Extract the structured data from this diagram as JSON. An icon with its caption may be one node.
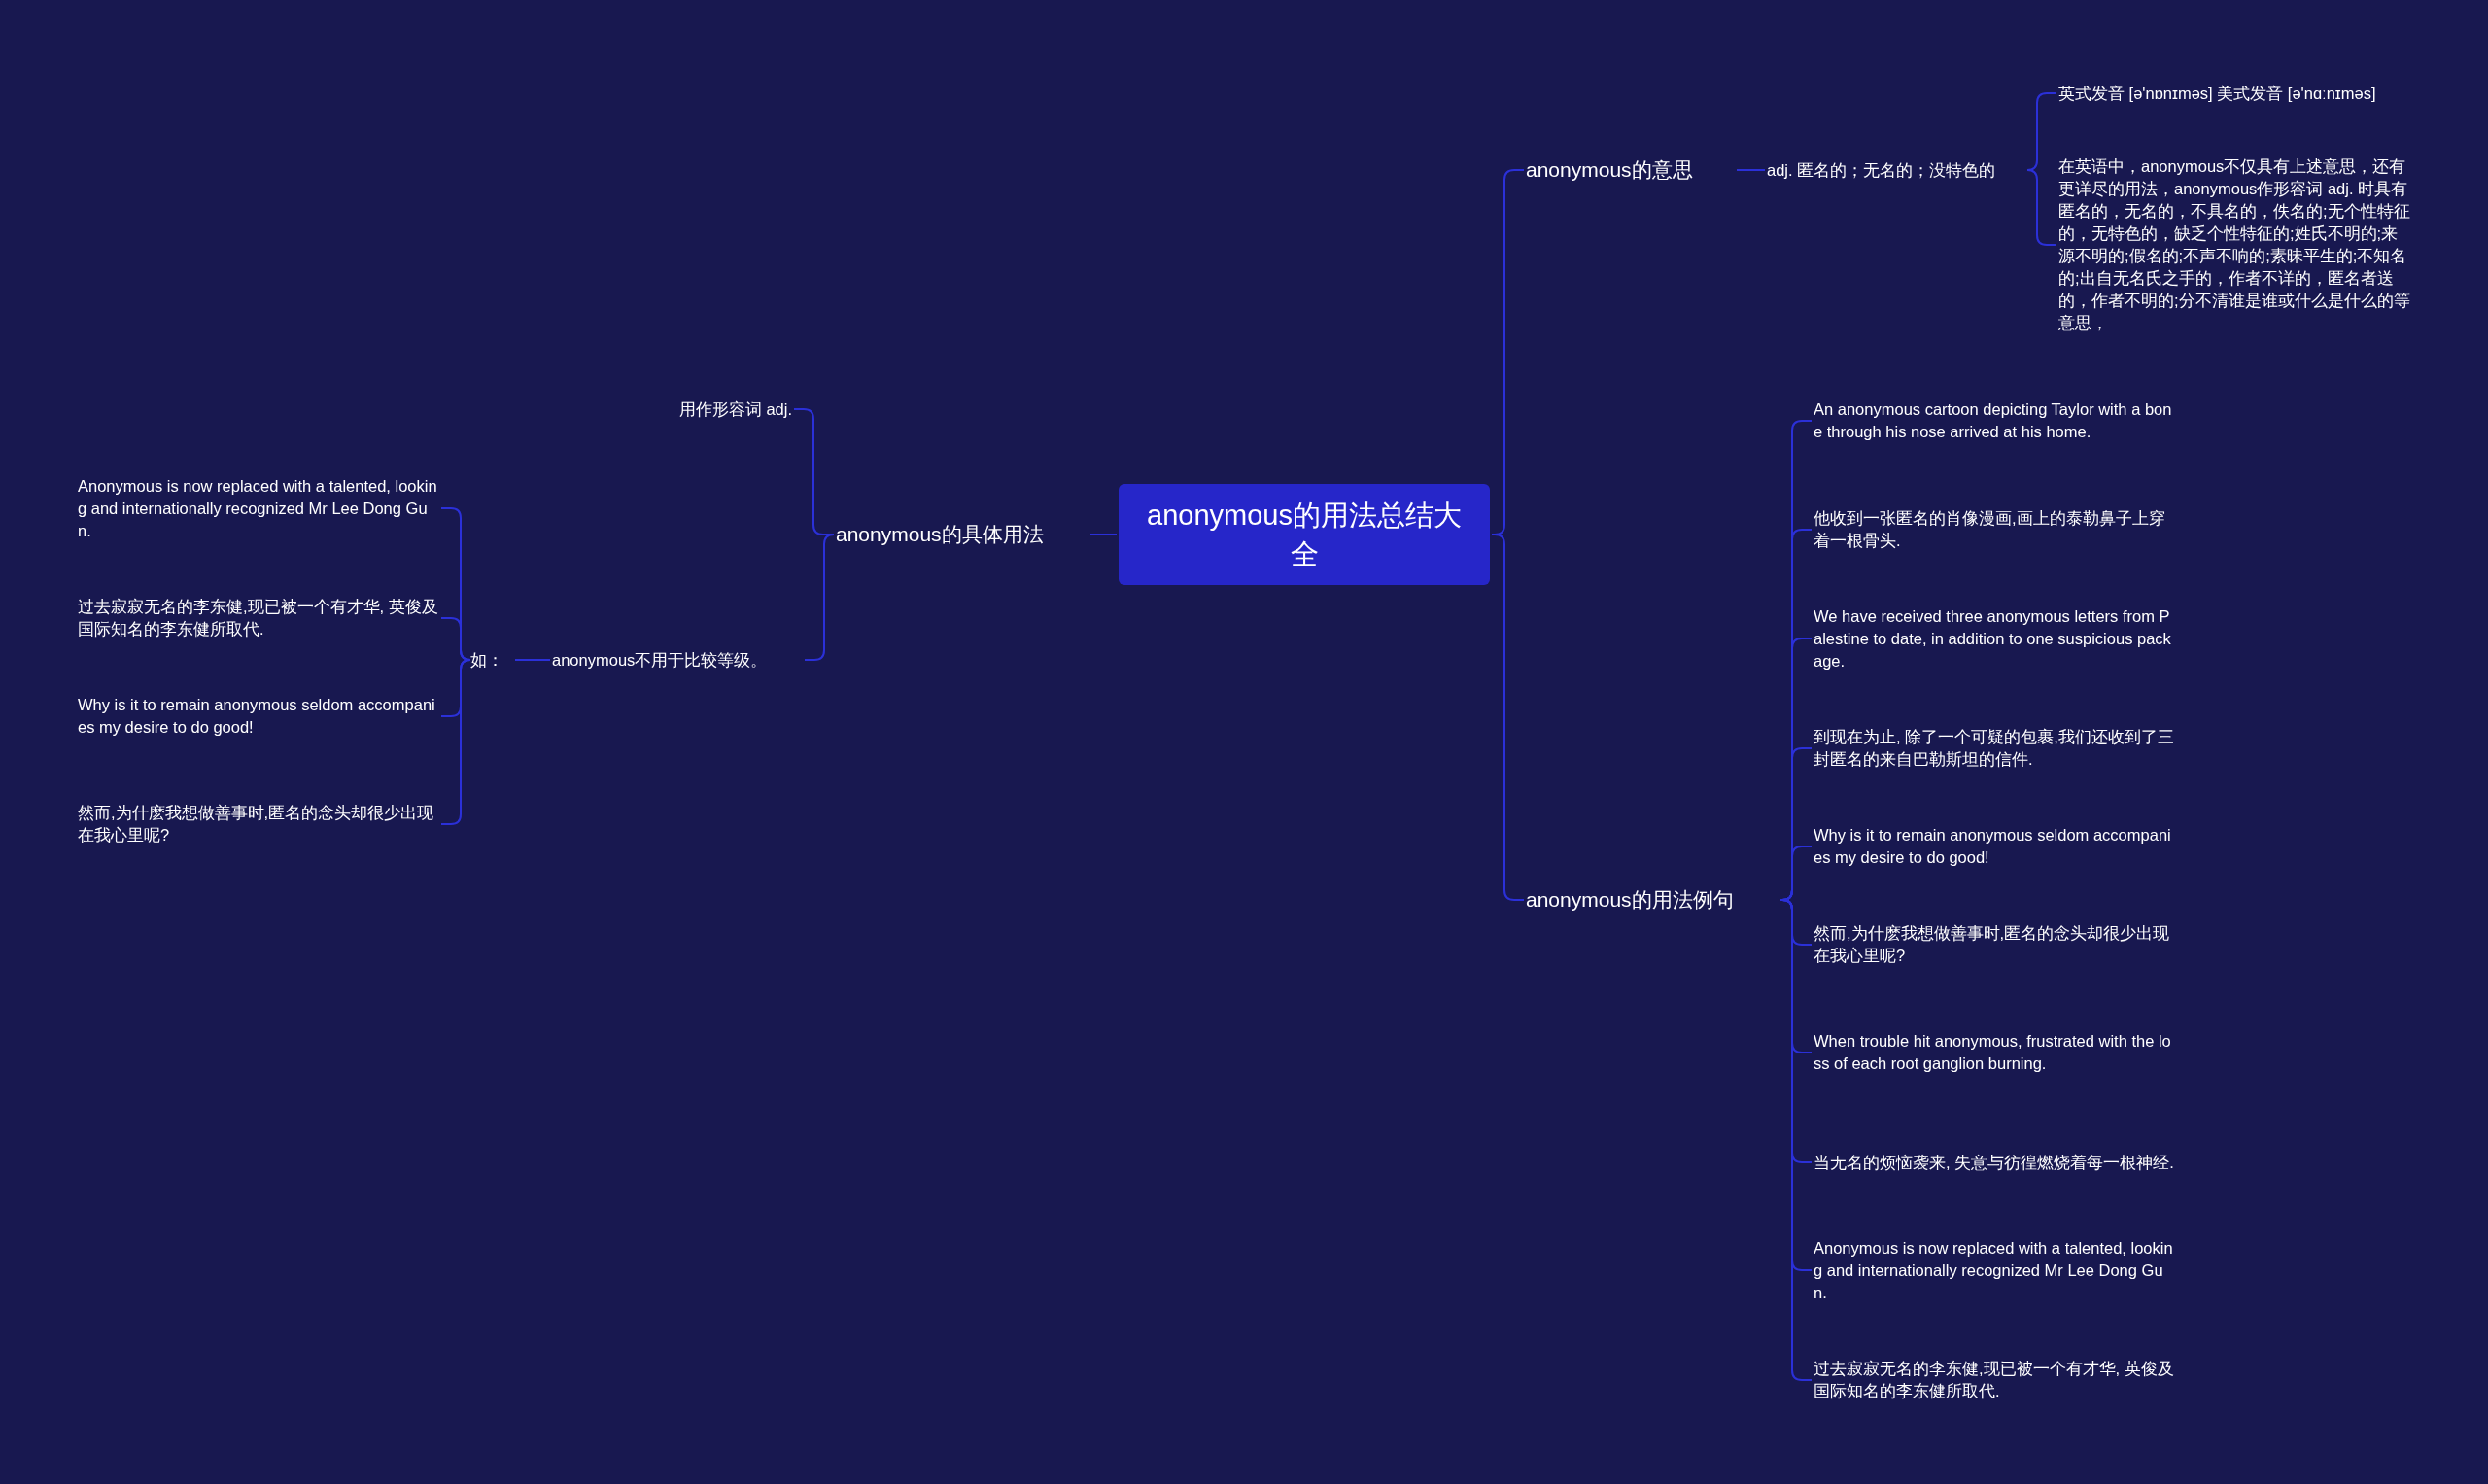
{
  "diagram": {
    "nodes": [
      {
        "text": [
          "anonymous的用法总结大全"
        ]
      },
      {
        "text": [
          "anonymous的意思"
        ]
      },
      {
        "text": [
          "adj. 匿名的；无名的；没特色的"
        ]
      },
      {
        "text": [
          "英式发音 [ə'nɒnɪməs] 美式发音 [ə'nɑːnɪməs]"
        ]
      },
      {
        "text": [
          "在英语中，anonymous不仅具有上述意思，还有更详尽的用法，anonymous作形容词 adj. 时具有匿名的，无名的，不具名的，佚名的;无个性特征的，无特色的，缺乏个性特征的;姓氏不明的;来源不明的;假名的;不声不响的;素昧平生的;不知名的;出自无名氏之手的，作者不详的，匿名者送的，作者不明的;分不清谁是谁或什么是什么的等意思，"
        ]
      },
      {
        "text": [
          "anonymous的用法例句"
        ]
      },
      {
        "text": [
          "An anonymous cartoon depicting Taylor with a bone through his nose arrived at his home."
        ]
      },
      {
        "text": [
          "他收到一张匿名的肖像漫画,画上的泰勒鼻子上穿着一根骨头."
        ]
      },
      {
        "text": [
          "We have received three anonymous letters from Palestine to date, in addition to one suspicious package."
        ]
      },
      {
        "text": [
          "到现在为止, 除了一个可疑的包裹,我们还收到了三封匿名的来自巴勒斯坦的信件."
        ]
      },
      {
        "text": [
          "Why is it to remain anonymous seldom accompanies my desire to do good!"
        ]
      },
      {
        "text": [
          "然而,为什麽我想做善事时,匿名的念头却很少出现在我心里呢?"
        ]
      },
      {
        "text": [
          "When trouble hit anonymous, frustrated with the loss of each root ganglion burning."
        ]
      },
      {
        "text": [
          "当无名的烦恼袭来, 失意与彷徨燃烧着每一根神经."
        ]
      },
      {
        "text": [
          "Anonymous is now replaced with a talented, looking and internationally recognized Mr Lee Dong Gun."
        ]
      },
      {
        "text": [
          "过去寂寂无名的李东健,现已被一个有才华, 英俊及国际知名的李东健所取代."
        ]
      },
      {
        "text": [
          "anonymous的具体用法"
        ]
      },
      {
        "text": [
          "用作形容词 adj."
        ]
      },
      {
        "text": [
          "anonymous不用于比较等级。"
        ]
      },
      {
        "text": [
          "如："
        ]
      },
      {
        "text": [
          "Anonymous is now replaced with a talented, looking and internationally recognized Mr Lee Dong Gun."
        ]
      },
      {
        "text": [
          "过去寂寂无名的李东健,现已被一个有才华, 英俊及国际知名的李东健所取代."
        ]
      },
      {
        "text": [
          "Why is it to remain anonymous seldom accompanies my desire to do good!"
        ]
      },
      {
        "text": [
          "然而,为什麽我想做善事时,匿名的念头却很少出现在我心里呢?"
        ]
      }
    ],
    "edges": [
      {
        "from": 0,
        "to": 1,
        "arrow": "none"
      },
      {
        "from": 1,
        "to": 2,
        "arrow": "none"
      },
      {
        "from": 2,
        "to": 3,
        "arrow": "none"
      },
      {
        "from": 2,
        "to": 4,
        "arrow": "none"
      },
      {
        "from": 0,
        "to": 5,
        "arrow": "none"
      },
      {
        "from": 5,
        "to": 6,
        "arrow": "none"
      },
      {
        "from": 5,
        "to": 7,
        "arrow": "none"
      },
      {
        "from": 5,
        "to": 8,
        "arrow": "none"
      },
      {
        "from": 5,
        "to": 9,
        "arrow": "none"
      },
      {
        "from": 5,
        "to": 10,
        "arrow": "none"
      },
      {
        "from": 5,
        "to": 11,
        "arrow": "none"
      },
      {
        "from": 5,
        "to": 12,
        "arrow": "none"
      },
      {
        "from": 5,
        "to": 13,
        "arrow": "none"
      },
      {
        "from": 5,
        "to": 14,
        "arrow": "none"
      },
      {
        "from": 5,
        "to": 15,
        "arrow": "none"
      },
      {
        "from": 0,
        "to": 16,
        "arrow": "none"
      },
      {
        "from": 16,
        "to": 17,
        "arrow": "none"
      },
      {
        "from": 16,
        "to": 18,
        "arrow": "none"
      },
      {
        "from": 18,
        "to": 19,
        "arrow": "none"
      },
      {
        "from": 19,
        "to": 20,
        "arrow": "none"
      },
      {
        "from": 19,
        "to": 21,
        "arrow": "none"
      },
      {
        "from": 19,
        "to": 22,
        "arrow": "none"
      },
      {
        "from": 19,
        "to": 23,
        "arrow": "none"
      }
    ]
  }
}
